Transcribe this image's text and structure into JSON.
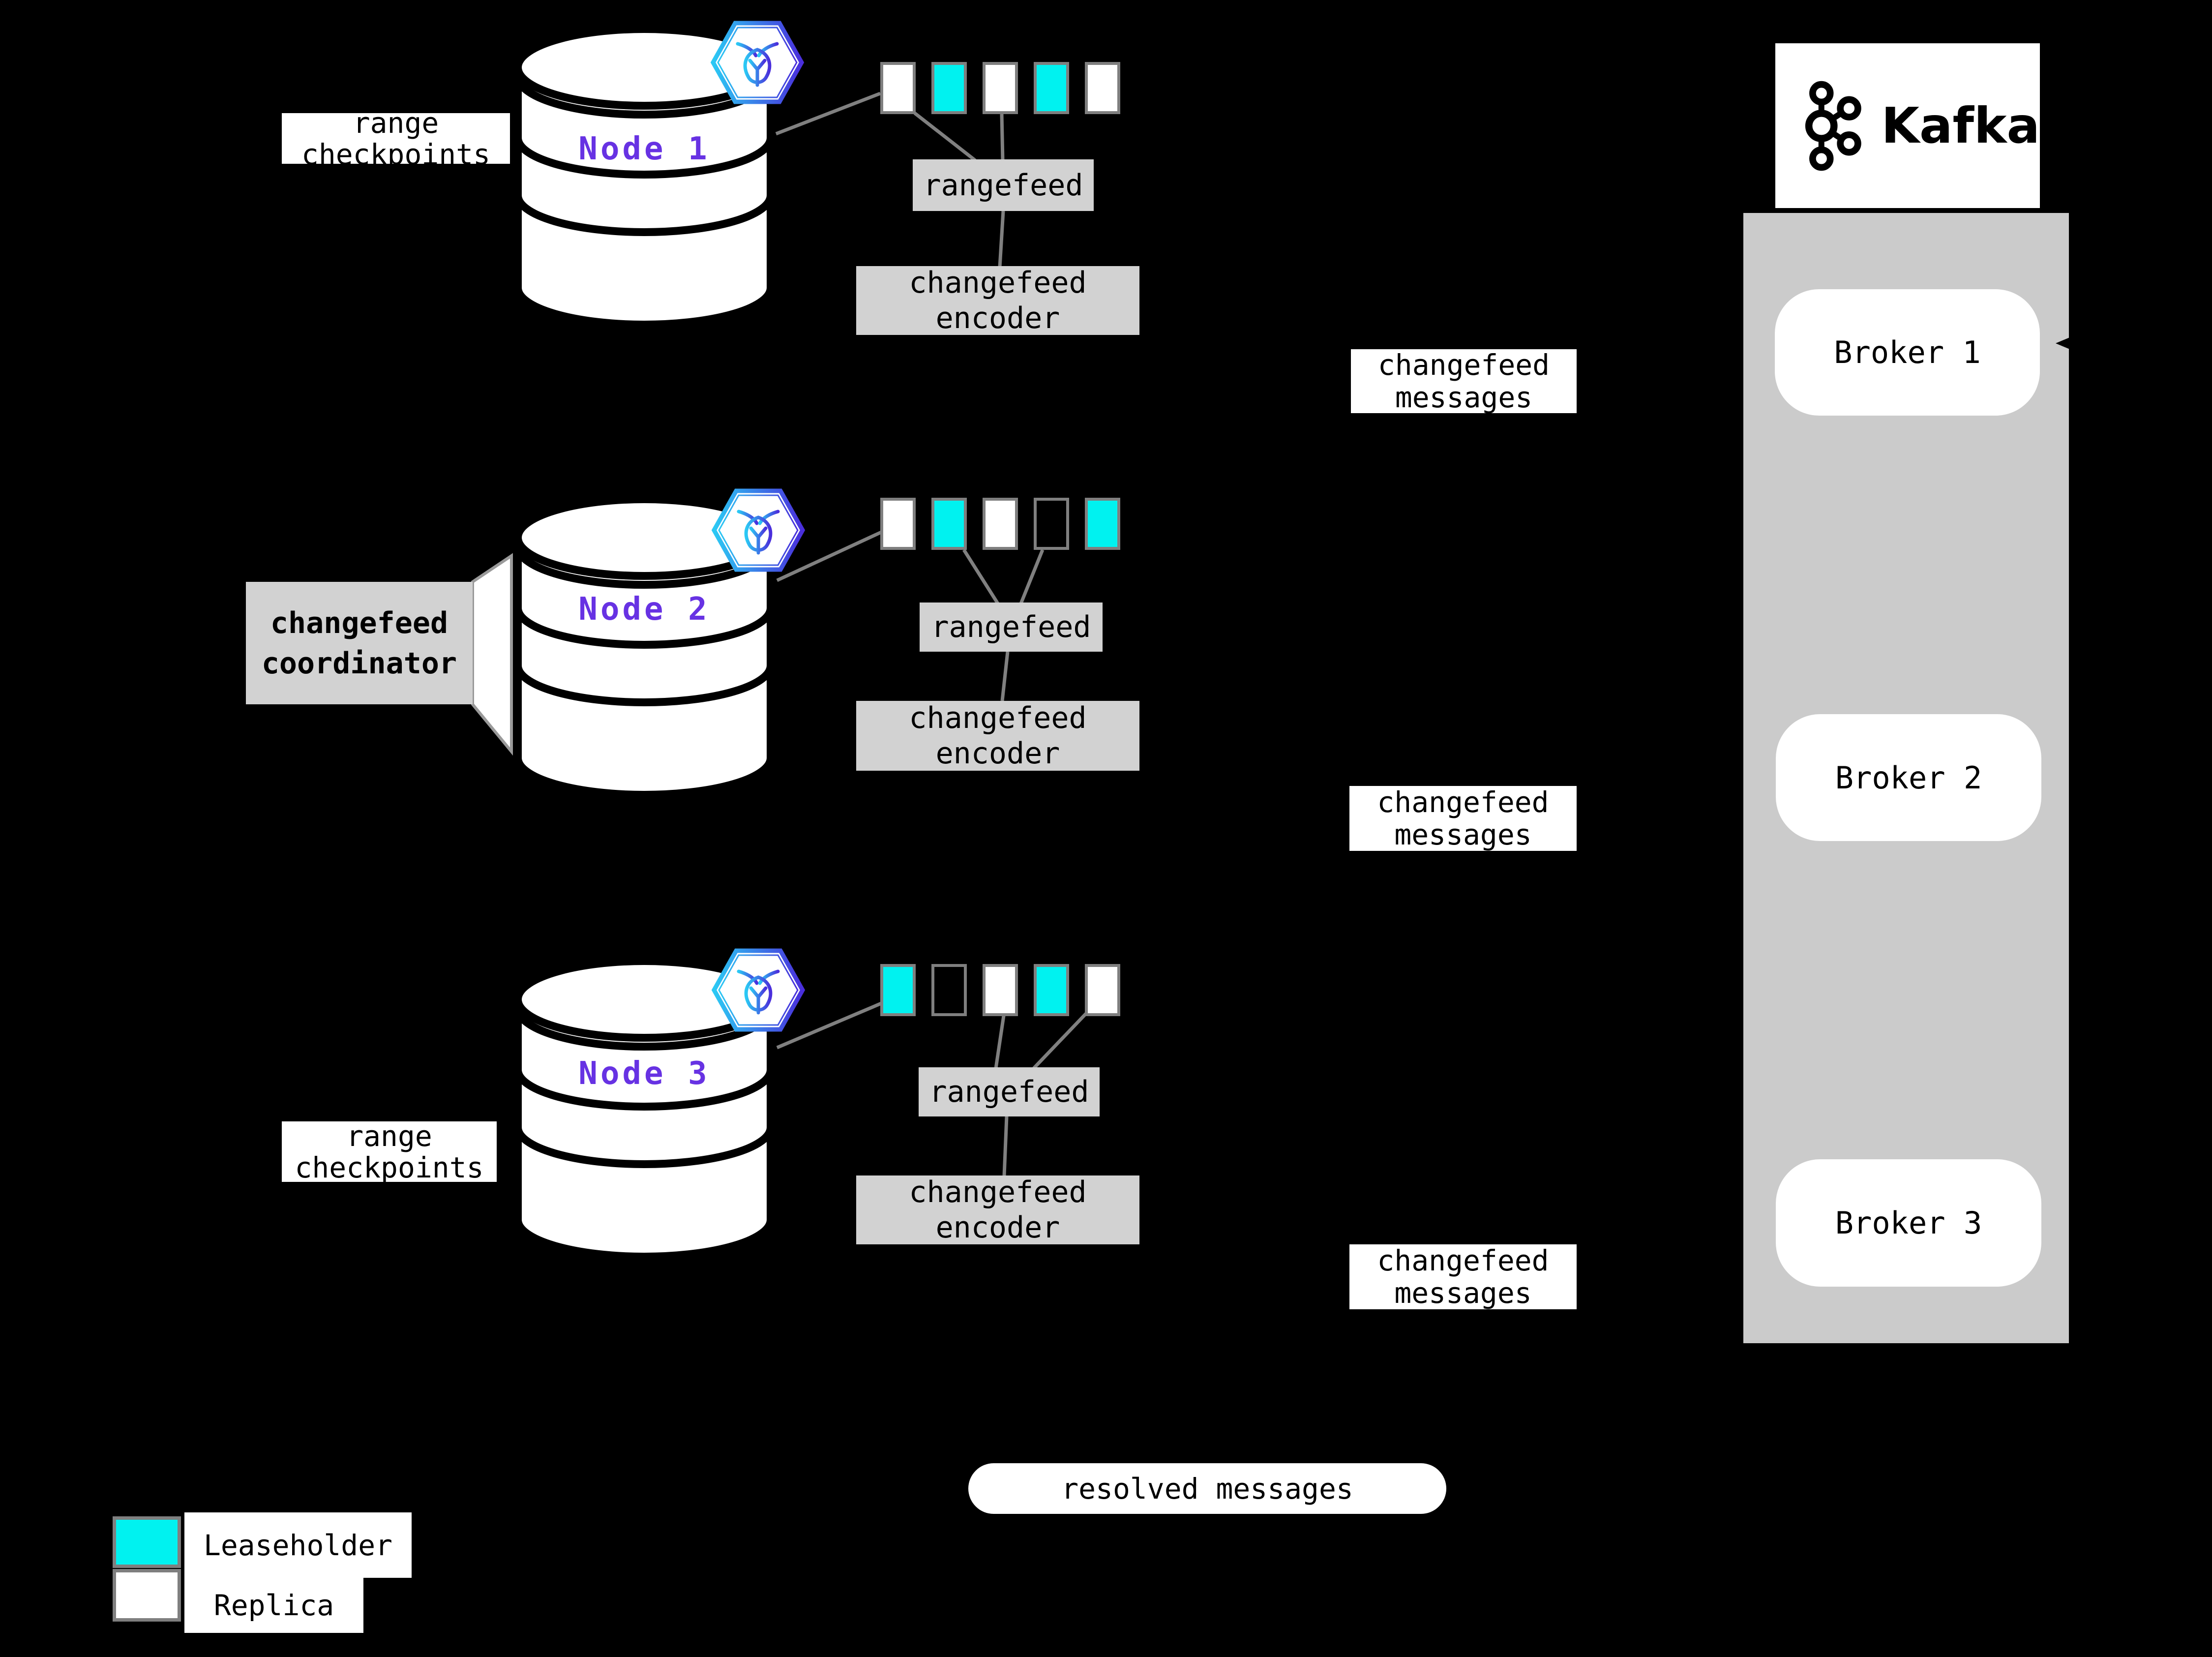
{
  "colors": {
    "leaseholder": "#00F2F0",
    "replica": "#FFFFFF",
    "empty": "transparent",
    "node_text": "#6732E3",
    "box_gray": "#D2D2D2",
    "panel_gray": "#CBCBCB",
    "line_gray": "#808080",
    "hex_gradient_start": "#2BC9F4",
    "hex_gradient_end": "#4A2EDC",
    "background": "#000000"
  },
  "nodes": [
    {
      "name": "Node 1",
      "side_label": "range checkpoints",
      "rangefeed_label": "rangefeed",
      "encoder_label": "changefeed encoder",
      "messages_label": "changefeed messages",
      "ranges": [
        "replica",
        "leaseholder",
        "replica",
        "leaseholder",
        "replica"
      ]
    },
    {
      "name": "Node 2",
      "coordinator_label": "changefeed coordinator",
      "rangefeed_label": "rangefeed",
      "encoder_label": "changefeed encoder",
      "messages_label": "changefeed messages",
      "ranges": [
        "replica",
        "leaseholder",
        "replica",
        "empty",
        "leaseholder"
      ]
    },
    {
      "name": "Node 3",
      "side_label": "range checkpoints",
      "rangefeed_label": "rangefeed",
      "encoder_label": "changefeed encoder",
      "messages_label": "changefeed messages",
      "ranges": [
        "leaseholder",
        "empty",
        "replica",
        "leaseholder",
        "replica"
      ]
    }
  ],
  "kafka": {
    "logo_text": "Kafka",
    "brokers": [
      {
        "label": "Broker 1"
      },
      {
        "label": "Broker 2"
      },
      {
        "label": "Broker 3"
      }
    ]
  },
  "resolved_label": "resolved messages",
  "legend": {
    "items": [
      {
        "key": "leaseholder",
        "label": "Leaseholder"
      },
      {
        "key": "replica",
        "label": "Replica"
      }
    ]
  }
}
